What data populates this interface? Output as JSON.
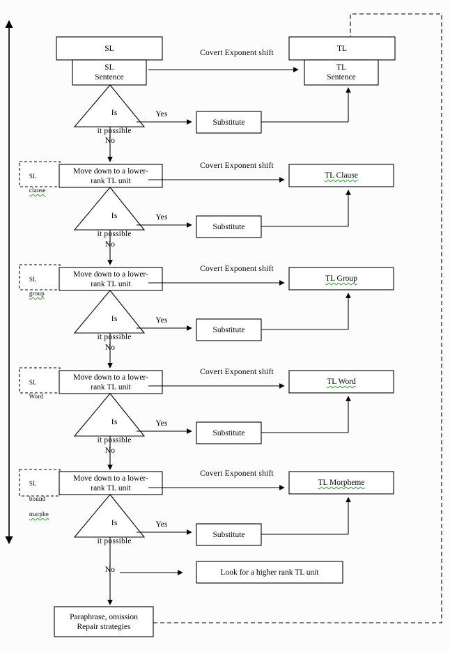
{
  "diagram": {
    "title": "Rank-shift translation procedure flowchart",
    "colors": {
      "stroke": "#000000",
      "background": "#fcfcfc",
      "spellcheck_underline": "#2d9b2d"
    },
    "source_header": "SL",
    "target_header": "TL",
    "source_unit": "SL\nSentence",
    "target_unit": "TL\nSentence",
    "edge_labels": {
      "shift": "Covert Exponent shift",
      "yes": "Yes",
      "no": "No"
    },
    "decision_text_line1": "Is",
    "decision_text_line2": "it possible",
    "substitute_label": "Substitute",
    "move_down_label": "Move down to a lower-\nrank TL unit",
    "higher_rank_label": "Look for a higher rank TL unit",
    "repair_label": "Paraphrase, omission\nRepair strategies",
    "rank_scale_labels": [
      {
        "line1": "SL",
        "line2": "clause"
      },
      {
        "line1": "SL",
        "line2": "group"
      },
      {
        "line1": "SL",
        "line2": "Word"
      },
      {
        "line1": "SL",
        "line2": "bound",
        "line3": "marphe"
      }
    ],
    "tl_targets": [
      "TL  Clause",
      "TL  Group",
      "TL  Word",
      "TL  Morpheme"
    ],
    "rows": [
      {
        "sl": "SL\nSentence",
        "tl": "TL\nSentence",
        "shift": "Covert Exponent shift",
        "yes": "Yes",
        "no": "No"
      },
      {
        "sl": "Move down to a lower-\nrank TL unit",
        "tl": "TL  Clause",
        "shift": "Covert Exponent shift",
        "yes": "Yes",
        "no": "No"
      },
      {
        "sl": "Move down to a lower-\nrank TL unit",
        "tl": "TL  Group",
        "shift": "Covert Exponent shift",
        "yes": "Yes",
        "no": "No"
      },
      {
        "sl": "Move down to a lower-\nrank TL unit",
        "tl": "TL  Word",
        "shift": "Covert Exponent shift",
        "yes": "Yes",
        "no": "No"
      },
      {
        "sl": "Move down to a lower-\nrank TL unit",
        "tl": "TL  Morpheme",
        "shift": "Covert Exponent shift",
        "yes": "Yes",
        "no": "No"
      }
    ]
  }
}
